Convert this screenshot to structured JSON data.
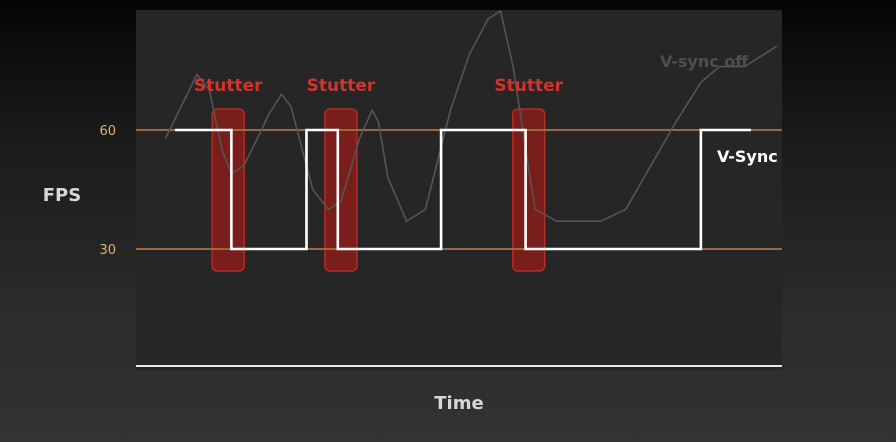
{
  "chart_data": {
    "type": "line",
    "xlabel": "Time",
    "ylabel": "FPS",
    "ylim": [
      0,
      90
    ],
    "xlim": [
      0,
      100
    ],
    "y_ticks": [
      60,
      30
    ],
    "y_tick_labels": [
      "60",
      "30"
    ],
    "series": [
      {
        "name": "V-Sync",
        "color": "#ffffff",
        "points": [
          [
            4,
            60
          ],
          [
            13,
            60
          ],
          [
            13,
            30
          ],
          [
            25,
            30
          ],
          [
            25,
            60
          ],
          [
            30,
            60
          ],
          [
            30,
            30
          ],
          [
            46.5,
            30
          ],
          [
            46.5,
            60
          ],
          [
            60,
            60
          ],
          [
            60,
            30
          ],
          [
            88,
            30
          ],
          [
            88,
            60
          ],
          [
            96,
            60
          ]
        ]
      },
      {
        "name": "V-sync off",
        "color": "#555555",
        "points": [
          [
            2.5,
            58
          ],
          [
            5,
            66
          ],
          [
            7.5,
            74
          ],
          [
            9.5,
            70
          ],
          [
            11.5,
            55
          ],
          [
            13,
            49
          ],
          [
            15,
            51
          ],
          [
            17.5,
            59
          ],
          [
            19,
            64
          ],
          [
            21,
            69
          ],
          [
            22.5,
            66
          ],
          [
            24,
            57
          ],
          [
            26,
            45
          ],
          [
            28.5,
            40
          ],
          [
            30.5,
            42
          ],
          [
            33.5,
            58
          ],
          [
            35.5,
            65
          ],
          [
            36.5,
            62
          ],
          [
            38,
            48
          ],
          [
            41,
            37
          ],
          [
            44,
            40
          ],
          [
            48,
            65
          ],
          [
            51,
            79
          ],
          [
            54,
            88
          ],
          [
            56,
            90
          ],
          [
            58,
            76
          ],
          [
            61.5,
            40
          ],
          [
            65,
            37
          ],
          [
            72,
            37
          ],
          [
            76,
            40
          ],
          [
            80,
            51
          ],
          [
            84,
            62
          ],
          [
            88,
            72
          ],
          [
            91,
            76
          ],
          [
            95,
            76
          ],
          [
            100,
            81
          ]
        ]
      }
    ],
    "annotations": [
      {
        "text": "Stutter",
        "x": 12.5,
        "color": "#d4322d"
      },
      {
        "text": "Stutter",
        "x": 30.5,
        "color": "#d4322d"
      },
      {
        "text": "Stutter",
        "x": 60.5,
        "color": "#d4322d"
      }
    ],
    "reference_lines": [
      {
        "y": 60,
        "color": "#9a6a3e"
      },
      {
        "y": 30,
        "color": "#9a6a3e"
      }
    ],
    "colors": {
      "panel": "#262626",
      "stutter_fill": "#8e1d1b",
      "stutter_stroke": "#b42a24",
      "axis": "#e8e8e8",
      "tick_label": "#e0b078",
      "axis_label": "#d8d8d8"
    }
  }
}
